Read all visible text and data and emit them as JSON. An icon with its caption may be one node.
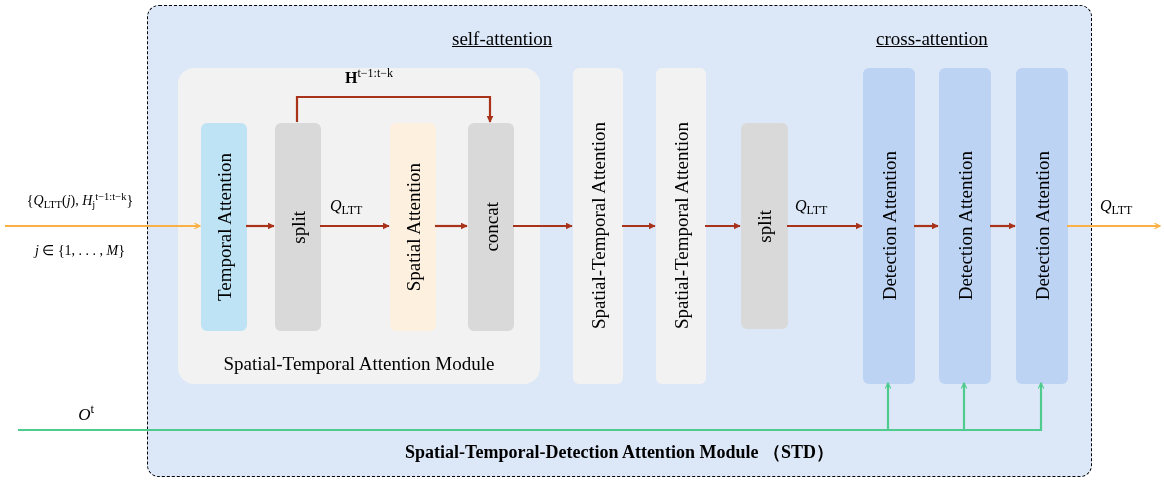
{
  "diagram": {
    "nodes": [
      {
        "text": [
          "Spatial-Temporal-Detection Attention Module （STD）"
        ]
      },
      {
        "text": [
          "Spatial-Temporal Attention Module"
        ],
        "in": 0
      },
      {
        "text": [
          "Temporal Attention"
        ],
        "in": 1
      },
      {
        "text": [
          "split"
        ],
        "in": 1
      },
      {
        "text": [
          "Spatial Attention"
        ],
        "in": 1
      },
      {
        "text": [
          "concat"
        ],
        "in": 1
      },
      {
        "text": [
          "Spatial-Temporal Attention"
        ],
        "in": 0
      },
      {
        "text": [
          "Spatial-Temporal Attention"
        ],
        "in": 0
      },
      {
        "text": [
          "split"
        ],
        "in": 0
      },
      {
        "text": [
          "Detection Attention"
        ],
        "in": 0
      },
      {
        "text": [
          "Detection Attention"
        ],
        "in": 0
      },
      {
        "text": [
          "Detection Attention"
        ],
        "in": 0
      },
      {
        "text": [
          "{*Q*$_{LTT}$(*j*), *H*$_{j}$$^{t−1:t−k}$}",
          "*j* ∈ {1, . . . , *M*}"
        ]
      },
      {
        "text": [
          "*O*$^{t}$"
        ]
      }
    ],
    "edges": [
      {
        "from": 12,
        "to": 2,
        "arrow": "to",
        "color": "#f9b145"
      },
      {
        "from": 2,
        "to": 3,
        "arrow": "to"
      },
      {
        "from": 3,
        "to": 4,
        "arrow": "to",
        "label": "*Q*$_{LTT}$"
      },
      {
        "from": 4,
        "to": 5,
        "arrow": "to"
      },
      {
        "from": 3,
        "to": 5,
        "arrow": "to",
        "label": "**H**$^{t−1:t−k}$"
      },
      {
        "from": 5,
        "to": 6,
        "arrow": "to"
      },
      {
        "from": 6,
        "to": 7,
        "arrow": "to"
      },
      {
        "from": 7,
        "to": 8,
        "arrow": "to"
      },
      {
        "from": 8,
        "to": 9,
        "arrow": "to",
        "label": "*Q*$_{LTT}$"
      },
      {
        "from": 9,
        "to": 10,
        "arrow": "to"
      },
      {
        "from": 10,
        "to": 11,
        "arrow": "to"
      },
      {
        "from": 11,
        "to": null,
        "arrow": "to",
        "color": "#f9b145",
        "label": "*Q*$_{LTT}$"
      },
      {
        "from": 13,
        "to": 9,
        "arrow": "to",
        "color": "#4fcb8d"
      },
      {
        "from": 13,
        "to": 10,
        "arrow": "to",
        "color": "#4fcb8d"
      },
      {
        "from": 13,
        "to": 11,
        "arrow": "to",
        "color": "#4fcb8d"
      }
    ],
    "labels": [
      "self-attention",
      "cross-attention"
    ]
  }
}
